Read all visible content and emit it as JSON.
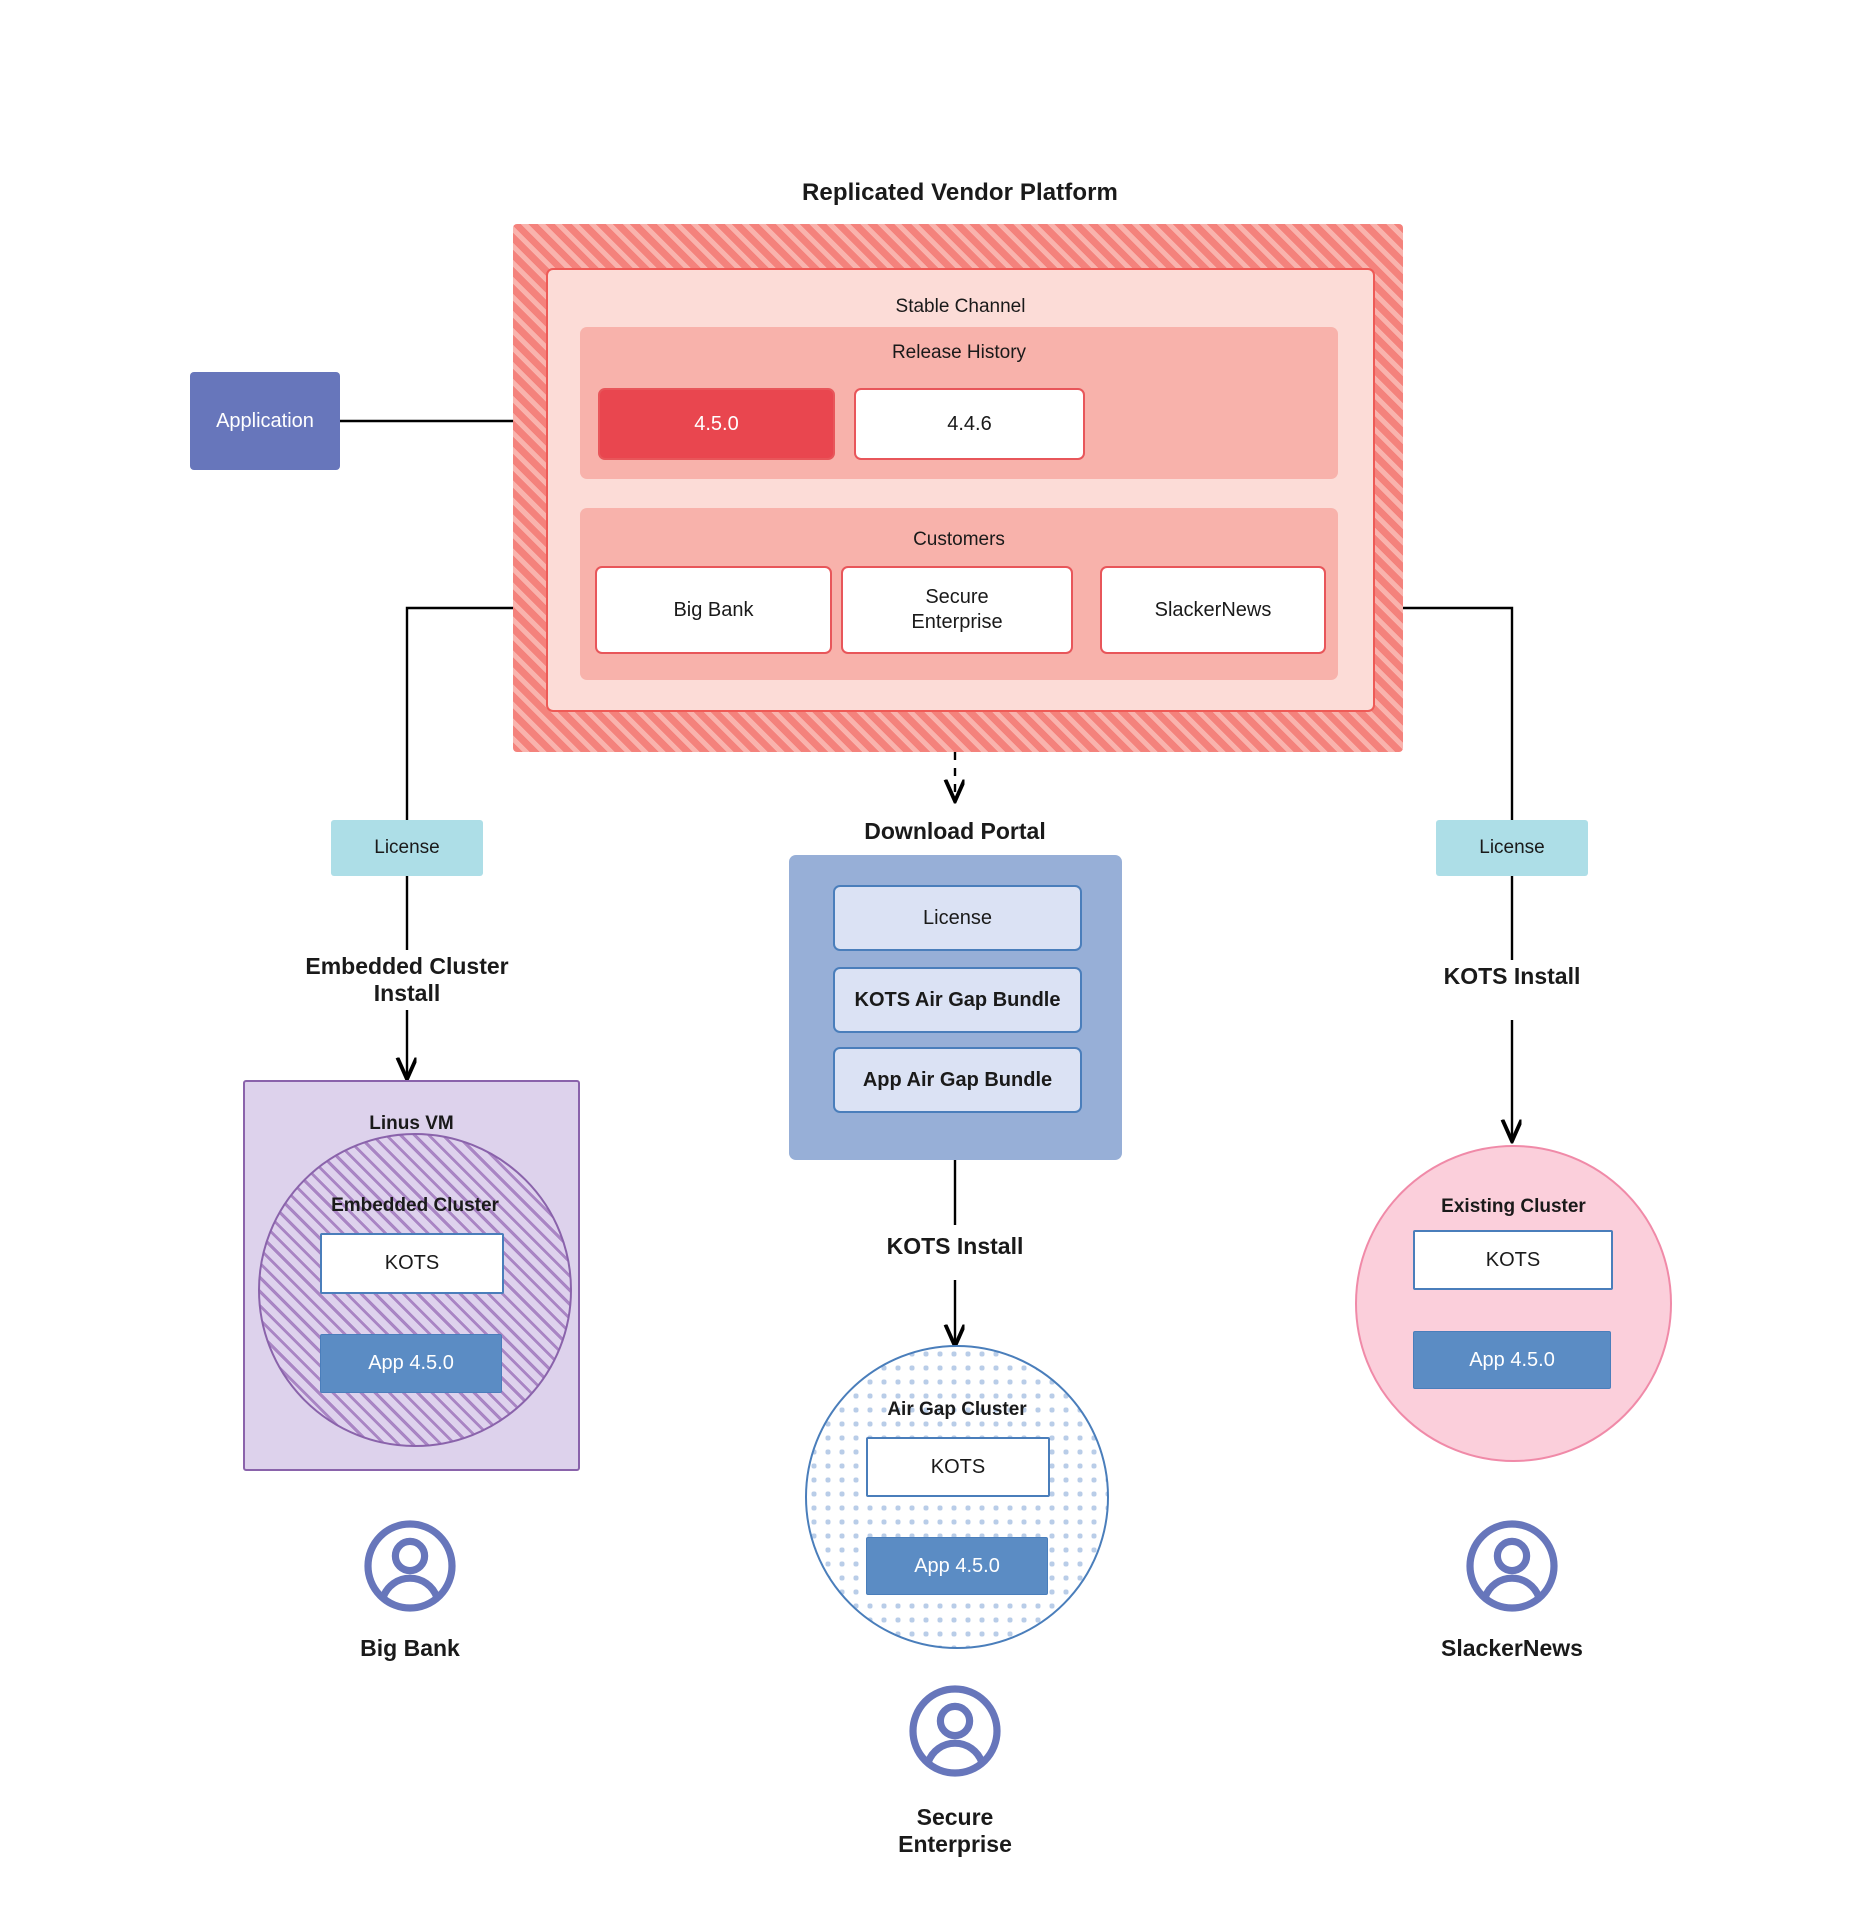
{
  "diagram": {
    "title": "Replicated Vendor Platform",
    "application": {
      "label": "Application"
    },
    "vendor_platform": {
      "channel_title": "Stable Channel",
      "release_history": {
        "title": "Release History",
        "releases": [
          {
            "version": "4.5.0",
            "state": "current"
          },
          {
            "version": "4.4.6",
            "state": "previous"
          }
        ]
      },
      "customers": {
        "title": "Customers",
        "items": [
          {
            "name": "Big Bank"
          },
          {
            "name": "Secure\nEnterprise"
          },
          {
            "name": "SlackerNews"
          }
        ]
      }
    },
    "branches": {
      "left": {
        "license_label": "License",
        "install_label": "Embedded Cluster\nInstall",
        "vm_title": "Linus VM",
        "cluster_title": "Embedded Cluster",
        "kots_label": "KOTS",
        "app_label": "App 4.5.0",
        "customer_label": "Big Bank"
      },
      "center": {
        "portal_title": "Download  Portal",
        "portal_items": [
          {
            "label": "License"
          },
          {
            "label": "KOTS Air Gap Bundle"
          },
          {
            "label": "App Air Gap Bundle"
          }
        ],
        "install_label": "KOTS Install",
        "cluster_title": "Air Gap Cluster",
        "kots_label": "KOTS",
        "app_label": "App 4.5.0",
        "customer_label": "Secure\nEnterprise"
      },
      "right": {
        "license_label": "License",
        "install_label": "KOTS Install",
        "cluster_title": "Existing Cluster",
        "kots_label": "KOTS",
        "app_label": "App 4.5.0",
        "customer_label": "SlackerNews"
      }
    },
    "icons": {
      "avatar": "user-avatar-icon"
    },
    "colors": {
      "platform_hatch": "#f4827c",
      "channel_bg": "#fcdcd7",
      "panel_bg": "#f8b2ab",
      "release_current": "#e9464f",
      "application": "#6776bb",
      "license": "#addee7",
      "portal": "#97afd7",
      "portal_item": "#dbe2f4",
      "vm": "#ddd2ec",
      "vm_border": "#8a63ab",
      "existing_cluster": "#fbcfdb",
      "existing_cluster_border": "#f08aa8",
      "app": "#5b8cc4",
      "kots_border": "#4a7ebb",
      "avatar": "#6776bb"
    }
  }
}
